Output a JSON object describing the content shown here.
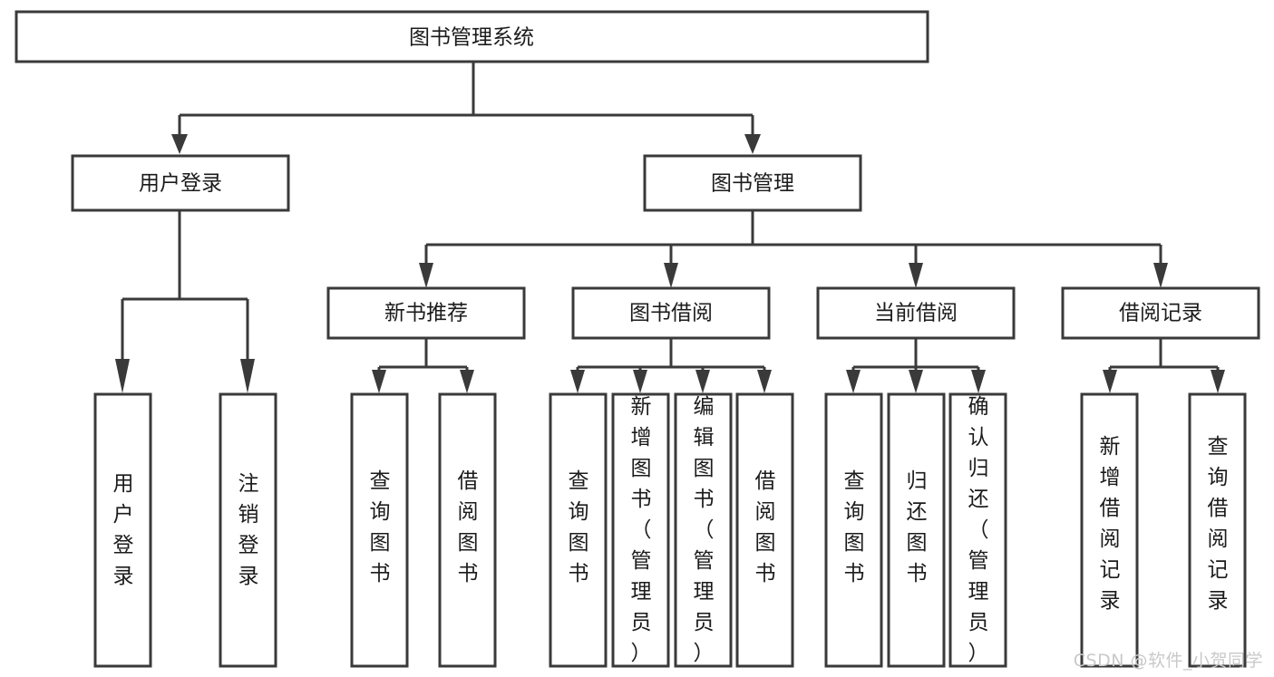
{
  "diagram": {
    "type": "tree",
    "title": "图书管理系统",
    "watermark": "CSDN @软件_小贺同学",
    "colors": {
      "box_stroke": "#3a3a3a",
      "box_fill": "#ffffff",
      "text": "#1b1b1b",
      "background": "#ffffff",
      "watermark": "#c9c9c9"
    },
    "nodes": {
      "root": "图书管理系统",
      "level2": [
        {
          "label": "用户登录"
        },
        {
          "label": "图书管理"
        }
      ],
      "level3": [
        {
          "label": "新书推荐"
        },
        {
          "label": "图书借阅"
        },
        {
          "label": "当前借阅"
        },
        {
          "label": "借阅记录"
        }
      ],
      "leaves": {
        "user_login": [
          "用户登录",
          "注销登录"
        ],
        "new_book": [
          "查询图书",
          "借阅图书"
        ],
        "book_borrow": [
          "查询图书",
          "新增图书（管理员）",
          "编辑图书（管理员）",
          "借阅图书"
        ],
        "current_borrow": [
          "查询图书",
          "归还图书",
          "确认归还（管理员）"
        ],
        "borrow_record": [
          "新增借阅记录",
          "查询借阅记录"
        ]
      }
    },
    "edges": [
      {
        "from": "图书管理系统",
        "to": "用户登录"
      },
      {
        "from": "图书管理系统",
        "to": "图书管理"
      },
      {
        "from": "图书管理",
        "to": "新书推荐"
      },
      {
        "from": "图书管理",
        "to": "图书借阅"
      },
      {
        "from": "图书管理",
        "to": "当前借阅"
      },
      {
        "from": "图书管理",
        "to": "借阅记录"
      },
      {
        "from": "用户登录",
        "to": "用户登录"
      },
      {
        "from": "用户登录",
        "to": "注销登录"
      },
      {
        "from": "新书推荐",
        "to": "查询图书"
      },
      {
        "from": "新书推荐",
        "to": "借阅图书"
      },
      {
        "from": "图书借阅",
        "to": "查询图书"
      },
      {
        "from": "图书借阅",
        "to": "新增图书（管理员）"
      },
      {
        "from": "图书借阅",
        "to": "编辑图书（管理员）"
      },
      {
        "from": "图书借阅",
        "to": "借阅图书"
      },
      {
        "from": "当前借阅",
        "to": "查询图书"
      },
      {
        "from": "当前借阅",
        "to": "归还图书"
      },
      {
        "from": "当前借阅",
        "to": "确认归还（管理员）"
      },
      {
        "from": "借阅记录",
        "to": "新增借阅记录"
      },
      {
        "from": "借阅记录",
        "to": "查询借阅记录"
      }
    ]
  }
}
